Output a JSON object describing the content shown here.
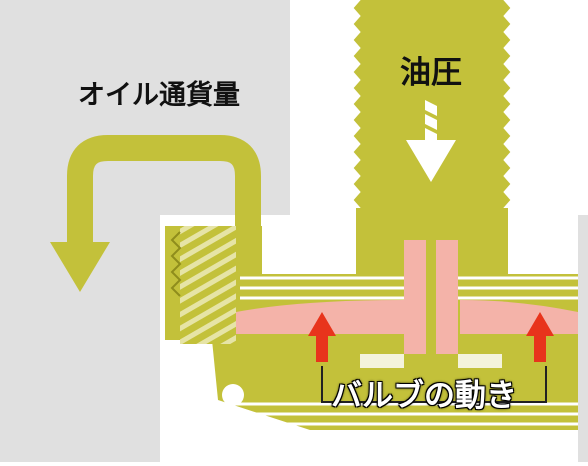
{
  "labels": {
    "oil_flow": "オイル通貨量",
    "oil_pressure": "油圧",
    "valve_motion": "バルブの動き"
  },
  "colors": {
    "background_gray": "#e0e0e0",
    "olive": "#c3c13a",
    "olive_dark": "#8f8d1c",
    "shim_pink": "#f4b3a9",
    "arrow_red": "#e8341c",
    "hatch_white": "#f4f3dc",
    "text": "#111111"
  },
  "icons": {
    "flow_arrow": "u-turn-down-arrow-icon",
    "pressure_arrow": "down-arrow-icon",
    "valve_arrows": "up-arrow-icon"
  }
}
